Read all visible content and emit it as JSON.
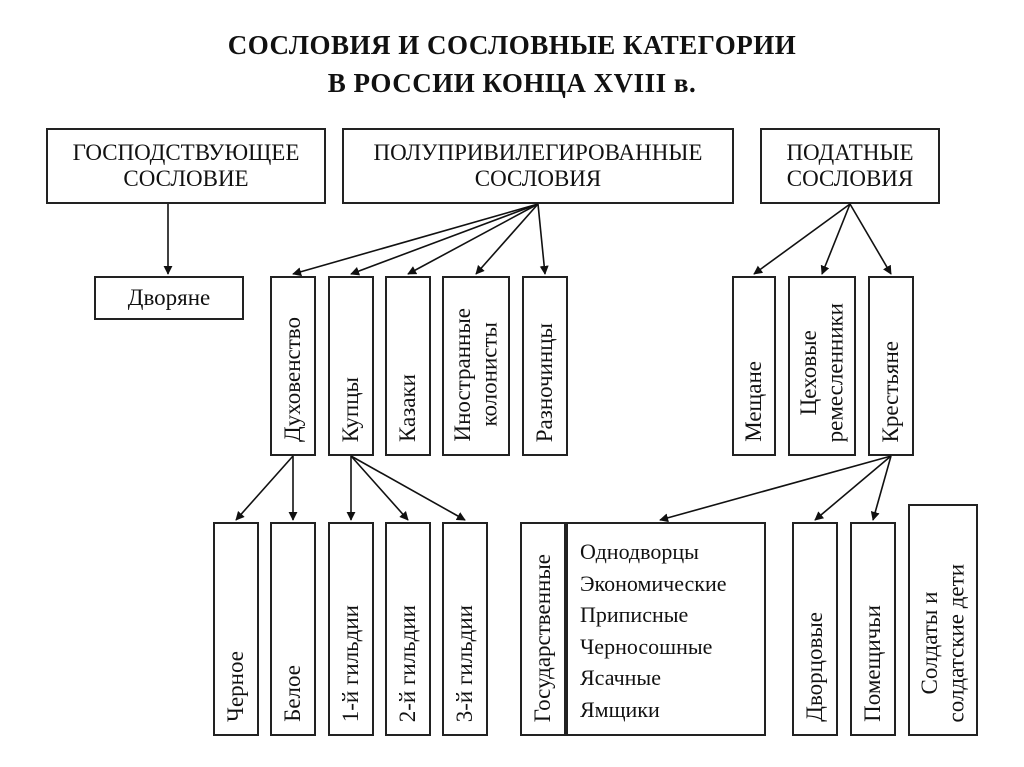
{
  "title": {
    "line1": "СОСЛОВИЯ И СОСЛОВНЫЕ КАТЕГОРИИ",
    "line2": "В РОССИИ КОНЦА XVIII в."
  },
  "top": {
    "ruling": [
      "ГОСПОДСТВУЮЩЕЕ",
      "СОСЛОВИЕ"
    ],
    "semi": [
      "ПОЛУПРИВИЛЕГИРОВАННЫЕ",
      "СОСЛОВИЯ"
    ],
    "taxed": [
      "ПОДАТНЫЕ",
      "СОСЛОВИЯ"
    ]
  },
  "middle": {
    "nobles": "Дворяне",
    "clergy": "Духовенство",
    "merchants": "Купцы",
    "cossacks": "Казаки",
    "colonists": [
      "Иностранные",
      "колонисты"
    ],
    "raznochintsy": "Разночинцы",
    "townsmen": "Мещане",
    "artisans": [
      "Цеховые",
      "ремесленники"
    ],
    "peasants": "Крестьяне"
  },
  "bottom": {
    "black_clergy": "Черное",
    "white_clergy": "Белое",
    "guild1": "1-й гильдии",
    "guild2": "2-й гильдии",
    "guild3": "3-й гильдии",
    "state": "Государственные",
    "state_list": [
      "Однодворцы",
      "Экономические",
      "Приписные",
      "Черносошные",
      "Ясачные",
      "Ямщики"
    ],
    "court": "Дворцовые",
    "landlord": "Помещичьи",
    "soldiers": [
      "Солдаты и",
      "солдатские дети"
    ]
  }
}
